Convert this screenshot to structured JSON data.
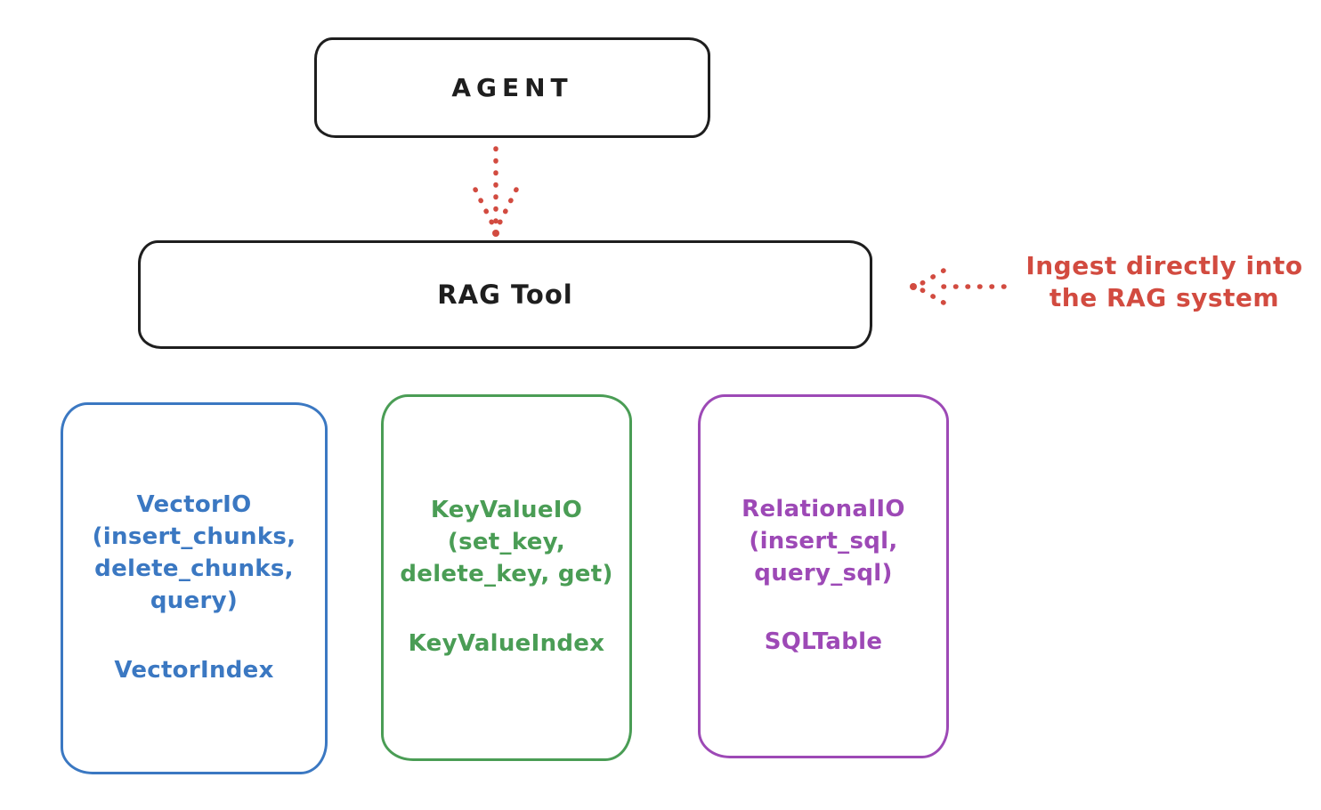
{
  "colors": {
    "ink": "#1e1e1e",
    "red": "#d24b40",
    "blue": "#3b78c2",
    "green": "#4a9d55",
    "purple": "#9d49b6",
    "background": "#ffffff"
  },
  "agent_box": {
    "label": "AGENT"
  },
  "rag_tool_box": {
    "label": "RAG Tool"
  },
  "annotation": {
    "line1": "Ingest directly into",
    "line2": "the RAG system"
  },
  "storage_boxes": {
    "vector": {
      "title": "VectorIO",
      "args": [
        "(insert_chunks,",
        "delete_chunks,",
        "query)"
      ],
      "index": "VectorIndex",
      "color": "#3b78c2"
    },
    "keyvalue": {
      "title": "KeyValueIO",
      "args": [
        "(set_key,",
        "delete_key, get)"
      ],
      "index": "KeyValueIndex",
      "color": "#4a9d55"
    },
    "relational": {
      "title": "RelationalIO",
      "args": [
        "(insert_sql,",
        "query_sql)"
      ],
      "index": "SQLTable",
      "color": "#9d49b6"
    }
  }
}
